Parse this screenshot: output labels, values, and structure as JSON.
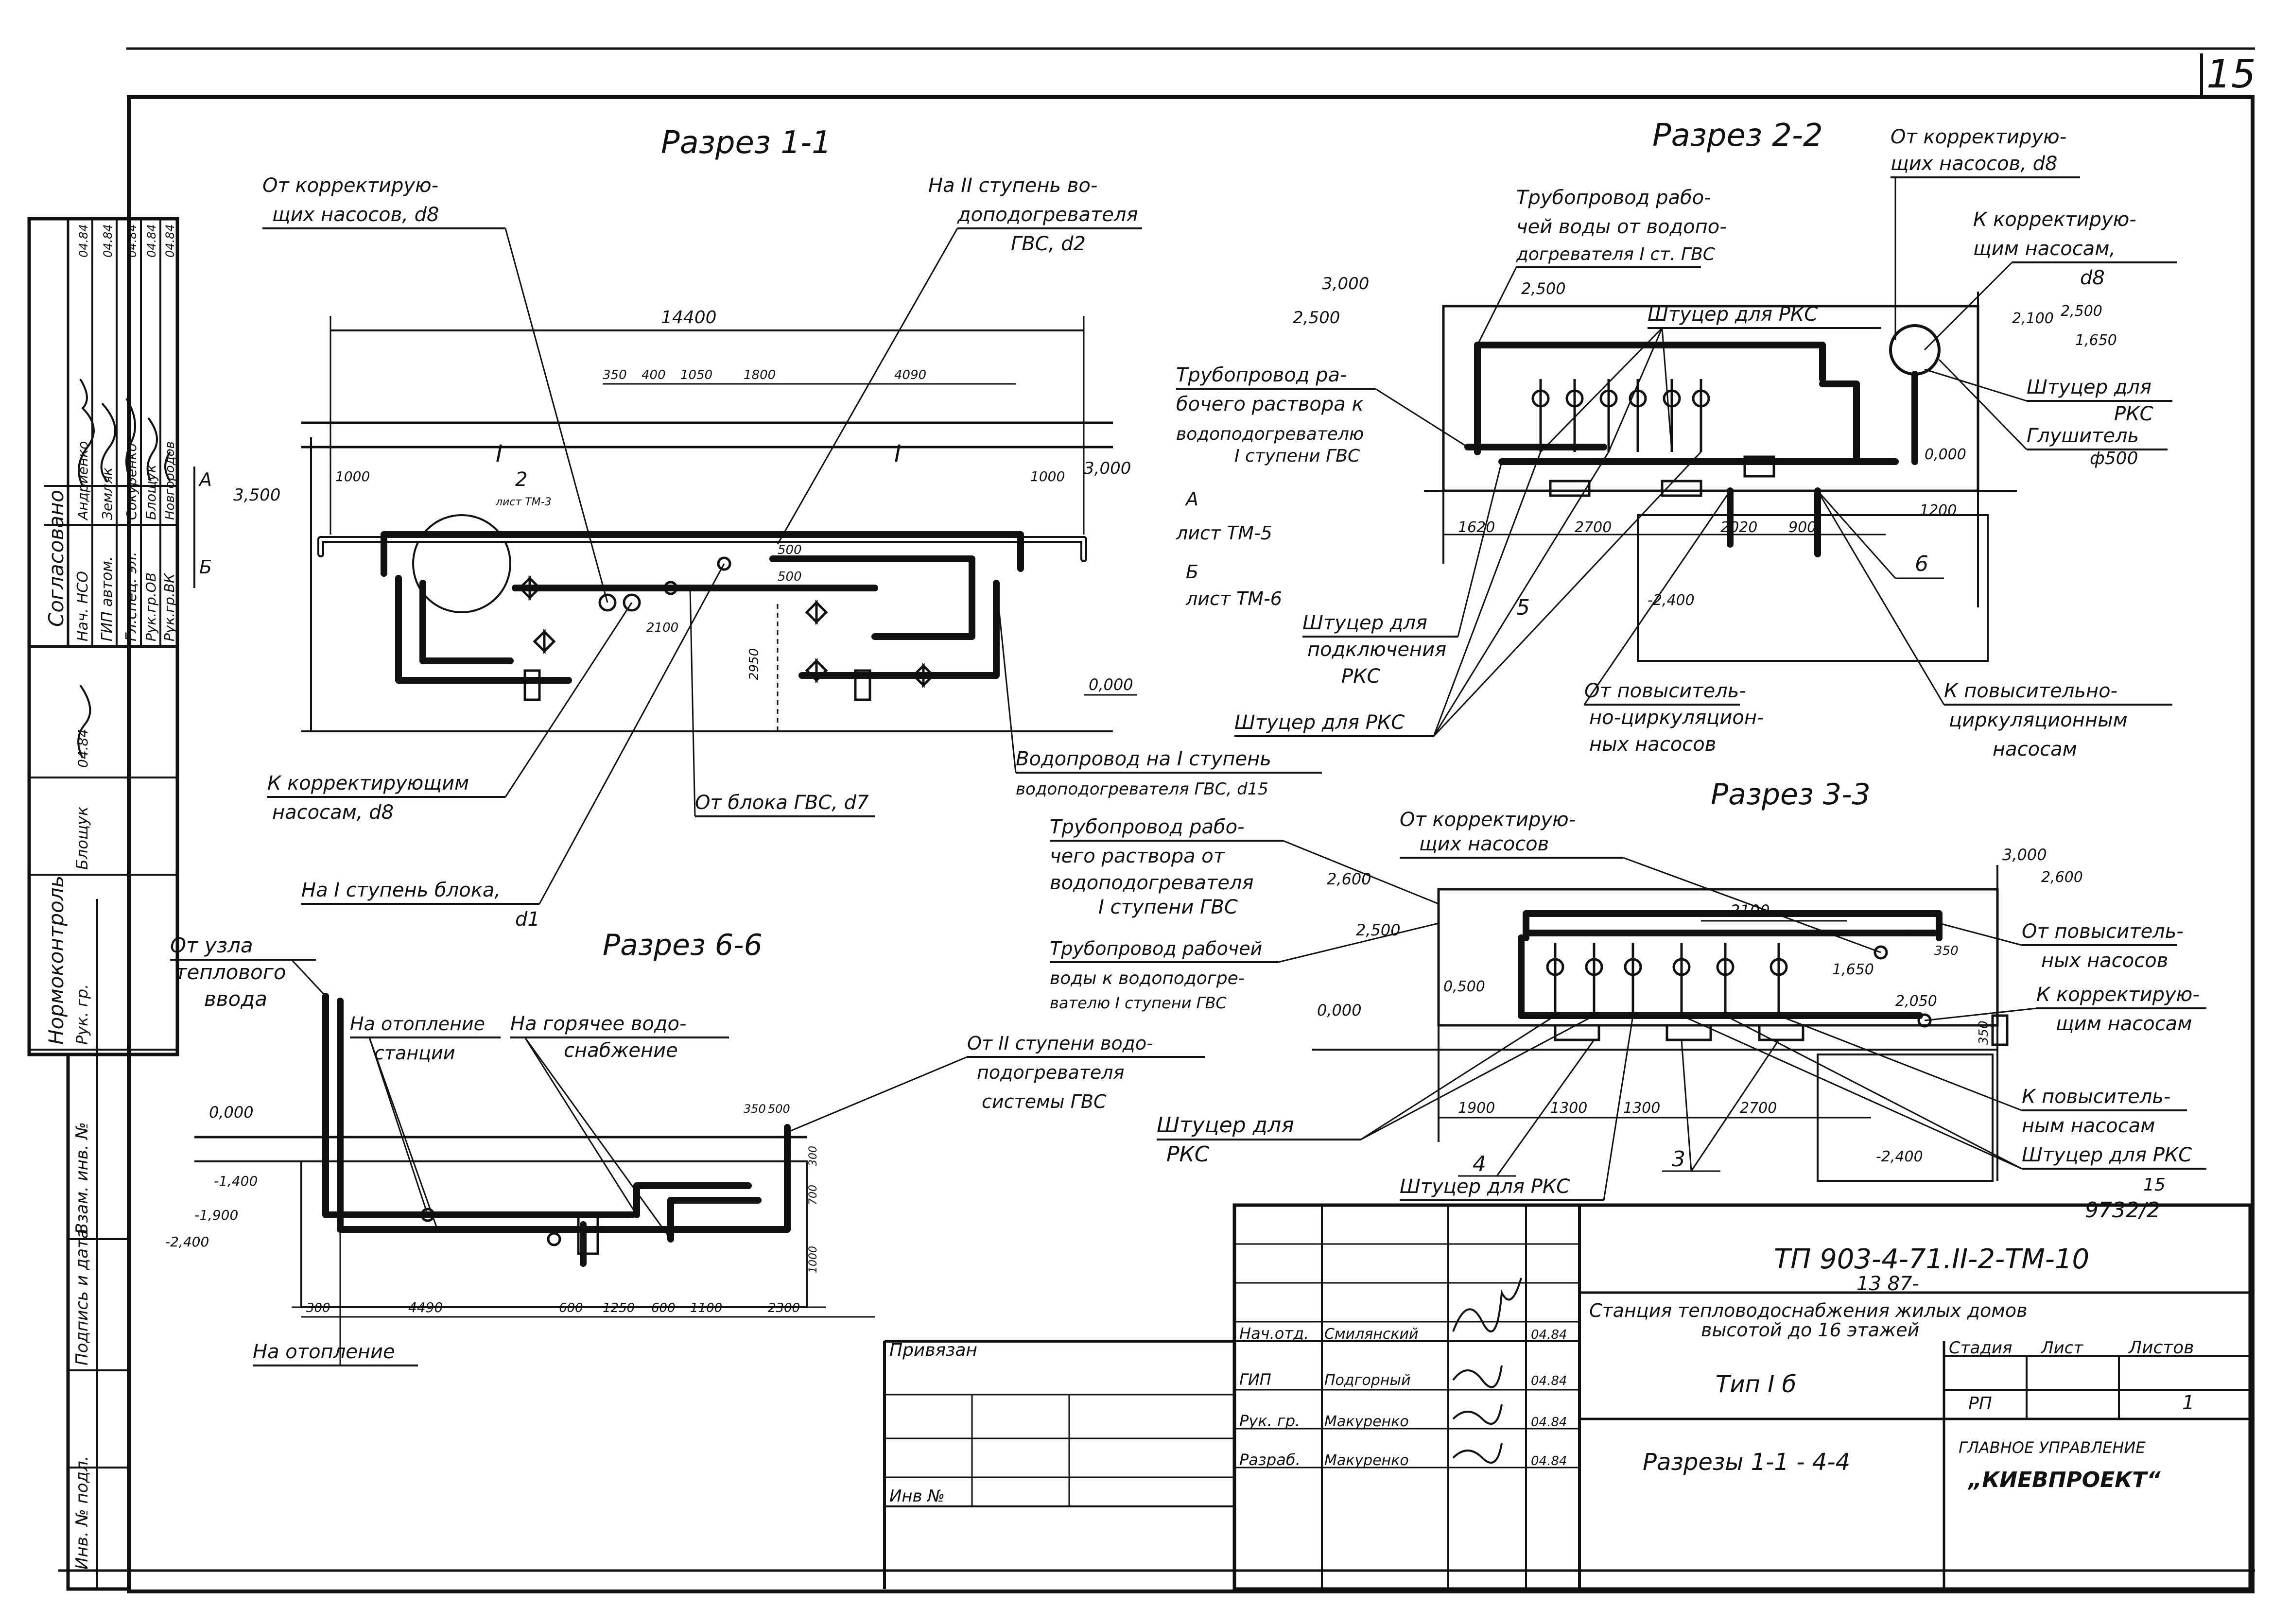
{
  "sheet_number": "15",
  "stamp": {
    "approved_label": "Согласовано",
    "rows": [
      {
        "role": "Нач. НСО",
        "name": "Андриенко",
        "date": "04.84"
      },
      {
        "role": "ГИП автом.",
        "name": "Земляк",
        "date": "04.84"
      },
      {
        "role": "Гл.спец. эл.",
        "name": "Сокуренко",
        "date": "04.84"
      },
      {
        "role": "Рук.гр.ОВ",
        "name": "Блощук",
        "date": "04.84"
      },
      {
        "role": "Рук.гр.ВК",
        "name": "Новгородов",
        "date": "04.84"
      }
    ],
    "normcontrol_label": "Нормоконтроль",
    "normcontrol_role": "Рук. гр.",
    "normcontrol_name": "Блощук",
    "normcontrol_date": "04.84",
    "inv_label": "Взам. инв. №",
    "sign_date_label": "Подпись и дата",
    "inv_orig_label": "Инв. № подл."
  },
  "section_1": {
    "title": "Разрез 1-1",
    "dims": {
      "total": "14400",
      "d1": "350",
      "d2": "400",
      "d3": "1050",
      "d4": "1800",
      "d5": "4090",
      "d6": "1000",
      "d7": "1000",
      "d8": "500",
      "d9": "500",
      "d10": "2950",
      "d11": "2100"
    },
    "levels": {
      "top": "3,000",
      "left": "3,500",
      "bottom": "0,000"
    },
    "marks": {
      "roman_left": "I",
      "roman_right": "I",
      "ref_a": "А",
      "ref_b": "Б",
      "callout_num": "2",
      "callout_sheet": "лист ТМ-3"
    },
    "labels": {
      "from_corr": [
        "От корректирую-",
        "щих насосов, d8"
      ],
      "to_stage2": [
        "На II ступень во-",
        "доподогревателя",
        "ГВС, d2"
      ],
      "to_corr_pumps": [
        "К корректирующим",
        "насосам, d8"
      ],
      "from_block": "От блока ГВС, d7",
      "to_stage1_block": [
        "На I ступень блока,",
        "d1"
      ],
      "water_stage1": [
        "Водопровод на I ступень",
        "водоподогревателя ГВС, d15"
      ]
    }
  },
  "section_2": {
    "title": "Разрез 2-2",
    "levels": {
      "a": "3,000",
      "b": "2,500",
      "c": "2,500",
      "d": "2,100",
      "e": "2,500",
      "f": "1,650",
      "g": "0,000",
      "h": "-2,400"
    },
    "dims": {
      "d1": "1620",
      "d2": "2700",
      "d3": "2020",
      "d4": "900",
      "d5": "1200"
    },
    "labels": {
      "pipe_work_water": [
        "Трубопровод рабо-",
        "чей воды от водопо-",
        "догревателя I ст. ГВС"
      ],
      "fitting_rks_top": "Штуцер для РКС",
      "from_corr": [
        "От корректирую-",
        "щих насосов, d8"
      ],
      "to_corr": [
        "К корректирую-",
        "щим насосам,",
        "d8"
      ],
      "pipe_work_solution": [
        "Трубопровод ра-",
        "бочего раствора к",
        "водоподогревателю",
        "I ступени ГВС"
      ],
      "fitting_rks_right": [
        "Штуцер для",
        "РКС"
      ],
      "silencer": [
        "Глушитель",
        "ф500"
      ],
      "sheet_a": "лист ТМ-5",
      "sheet_b": "лист ТМ-6",
      "fitting_connect": [
        "Штуцер для",
        "подключения",
        "РКС"
      ],
      "fitting_rks_bottom": "Штуцер для РКС",
      "from_boost": [
        "От повыситель-",
        "но-циркуляцион-",
        "ных насосов"
      ],
      "to_boost": [
        "К повысительно-",
        "циркуляционным",
        "насосам"
      ],
      "num5": "5",
      "num6": "6"
    }
  },
  "section_3": {
    "title": "Разрез 3-3",
    "levels": {
      "a": "3,000",
      "b": "2,600",
      "c": "2,600",
      "d": "2,500",
      "e": "0,500",
      "f": "0,000",
      "g": "-2,400",
      "h": "1,650",
      "i": "2,050"
    },
    "dims": {
      "d1": "2100",
      "d2": "1900",
      "d3": "1300",
      "d4": "1300",
      "d5": "2700",
      "d6": "350",
      "d7": "350"
    },
    "labels": {
      "from_corr": [
        "От корректирую-",
        "щих насосов"
      ],
      "pipe_solution": [
        "Трубопровод рабо-",
        "чего раствора от",
        "водоподогревателя",
        "I ступени ГВС"
      ],
      "pipe_water": [
        "Трубопровод рабочей",
        "воды к водоподогре-",
        "вателю I ступени ГВС"
      ],
      "from_boost": [
        "От повыситель-",
        "ных насосов"
      ],
      "to_corr": [
        "К корректирую-",
        "щим насосам"
      ],
      "to_boost": [
        "К повыситель-",
        "ным насосам"
      ],
      "fitting_rks_r": "Штуцер для РКС",
      "fitting_rks_l": [
        "Штуцер для",
        "РКС"
      ],
      "fitting_rks_b": "Штуцер для РКС",
      "num4": "4",
      "num3": "3",
      "sheet_ref": [
        "15",
        "9732/2"
      ]
    }
  },
  "section_6": {
    "title": "Разрез 6-6",
    "levels": {
      "a": "0,000",
      "b": "-1,400",
      "c": "-1,900",
      "d": "-2,400"
    },
    "dims": {
      "d1": "300",
      "d2": "4490",
      "d3": "600",
      "d4": "1250",
      "d5": "600",
      "d6": "1100",
      "d7": "2300",
      "d8": "350",
      "d9": "500",
      "d10": "300",
      "d11": "700",
      "d12": "1000"
    },
    "labels": {
      "from_node": [
        "От узла",
        "теплового",
        "ввода"
      ],
      "heating_station": [
        "На отопление",
        "станции"
      ],
      "hot_water": [
        "На горячее водо-",
        "снабжение"
      ],
      "from_stage2": [
        "От II ступени водо-",
        "подогревателя",
        "системы ГВС"
      ],
      "heating": "На отопление"
    }
  },
  "title_block": {
    "code": "ТП 903-4-71.II-2-ТМ-10",
    "sub_code": "13 87-",
    "project": [
      "Станция тепловодоснабжения жилых домов",
      "высотой до 16 этажей"
    ],
    "type": "Тип I б",
    "sheet_name": "Разрезы 1-1 - 4-4",
    "stage_label": "Стадия",
    "sheet_label": "Лист",
    "sheets_label": "Листов",
    "stage": "РП",
    "sheets": "1",
    "org1": "ГЛАВНОЕ УПРАВЛЕНИЕ",
    "org2": "„КИЕВПРОЕКТ“",
    "bound_label": "Привязан",
    "inv_label": "Инв №",
    "people": [
      {
        "role": "Нач.отд.",
        "name": "Смилянский",
        "date": "04.84"
      },
      {
        "role": "ГИП",
        "name": "Подгорный",
        "date": "04.84"
      },
      {
        "role": "Рук. гр.",
        "name": "Макуренко",
        "date": "04.84"
      },
      {
        "role": "Разраб.",
        "name": "Макуренко",
        "date": "04.84"
      }
    ]
  }
}
